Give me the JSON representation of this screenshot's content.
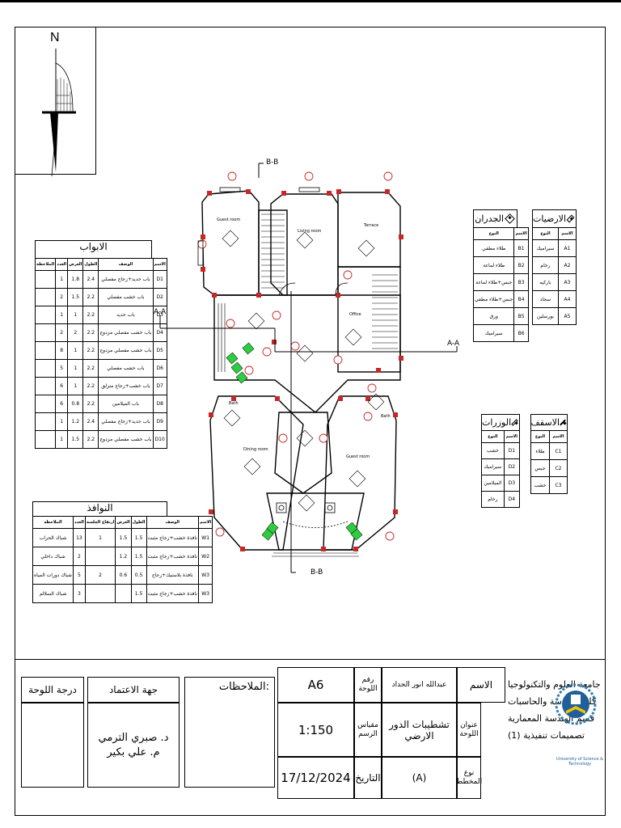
{
  "north_label": "N",
  "plan": {
    "rooms": {
      "guest_room_top": "Guest room",
      "living_room": "Living room",
      "terrace": "Terrace",
      "office": "Office",
      "bath_left": "Bath",
      "bath_right": "Bath",
      "dining_room": "Dining room",
      "guest_room_bottom": "Guest room"
    },
    "section_bb_top": "B-B",
    "section_bb_bottom": "B-B",
    "section_aa_left": "A-A",
    "section_aa_right": "A-A"
  },
  "doors": {
    "title": "الابواب",
    "headers": [
      "الاسم",
      "الوصف",
      "الطول",
      "العرض",
      "العدد",
      "الملاحظة"
    ],
    "rows": [
      [
        "D1",
        "باب حديد+زجاج مفصلي",
        "2.4",
        "1.8",
        "1",
        ""
      ],
      [
        "D2",
        "باب خشب مفصلي",
        "2.2",
        "1.5",
        "2",
        ""
      ],
      [
        "D3",
        "باب حديد",
        "2.2",
        "1",
        "1",
        ""
      ],
      [
        "D4",
        "باب خشب مفصلي مزدوج",
        "2.2",
        "2",
        "2",
        ""
      ],
      [
        "D5",
        "باب خشب مفصلي مزدوج",
        "2.2",
        "1",
        "8",
        ""
      ],
      [
        "D6",
        "باب خشب مفصلي",
        "2.2",
        "1",
        "5",
        ""
      ],
      [
        "D7",
        "باب خشب+زجاج منزلق",
        "2.2",
        "1",
        "6",
        ""
      ],
      [
        "D8",
        "باب الميلامين",
        "2.2",
        "0.8",
        "6",
        ""
      ],
      [
        "D9",
        "باب حديد+زجاج مفصلي",
        "2.4",
        "1.2",
        "1",
        ""
      ],
      [
        "D10",
        "باب خشب مفصلي مزدوج",
        "2.2",
        "1.5",
        "1",
        ""
      ]
    ]
  },
  "windows": {
    "title": "النوافذ",
    "headers": [
      "الاسم",
      "الوصف",
      "الطول",
      "العرض",
      "ارتفاع الجلسة",
      "العدد",
      "الملاحظة"
    ],
    "rows": [
      [
        "W1",
        "نافذة خشب+زجاج مثبت",
        "1.5",
        "1.5",
        "1",
        "13",
        "شباك الحراب"
      ],
      [
        "W2",
        "نافذة خشب+زجاج مثبت",
        "1.5",
        "1.2",
        "",
        "2",
        "شباك داخلي"
      ],
      [
        "W3",
        "نافذة بلاستيك+زجاج",
        "0.5",
        "0.6",
        "2",
        "5",
        "شباك دورات المياه"
      ],
      [
        "W3",
        "نافذة خشب+زجاج مثبت",
        "1.5",
        "",
        "",
        "3",
        "شباك السلالم"
      ]
    ]
  },
  "walls": {
    "title": "الجدران",
    "headers": [
      "الاسم",
      "النوع"
    ],
    "rows": [
      [
        "B1",
        "طلاء مطفي"
      ],
      [
        "B2",
        "طلاء لماعة"
      ],
      [
        "B3",
        "جبس+طلاء لماعة"
      ],
      [
        "B4",
        "جبس+طلاء مطفي"
      ],
      [
        "B5",
        "ورق"
      ],
      [
        "B6",
        "سيراميك"
      ]
    ]
  },
  "floors": {
    "title": "الارضيات",
    "headers": [
      "الاسم",
      "النوع"
    ],
    "rows": [
      [
        "A1",
        "سيراميك"
      ],
      [
        "A2",
        "رخام"
      ],
      [
        "A3",
        "باركيه"
      ],
      [
        "A4",
        "سجاد"
      ],
      [
        "A5",
        "بورسلين"
      ]
    ]
  },
  "baseboards": {
    "title": "الوزرات",
    "headers": [
      "الاسم",
      "النوع"
    ],
    "rows": [
      [
        "D1",
        "خشب"
      ],
      [
        "D2",
        "سيراميك"
      ],
      [
        "D3",
        "الميلامين"
      ],
      [
        "D4",
        "رخام"
      ]
    ]
  },
  "ceilings": {
    "title": "الاسقف",
    "headers": [
      "الاسم",
      "النوع"
    ],
    "rows": [
      [
        "C1",
        "طلاء"
      ],
      [
        "C2",
        "جبس"
      ],
      [
        "C3",
        "خشب"
      ]
    ]
  },
  "title_block": {
    "university": "جامعة العلوم والتكنولوجيا",
    "college": "كلية الهندسة والحاسبات",
    "department": "قسم الهندسة المعمارية",
    "course": "تصميمات تنفيذية (1)",
    "logo_text": "University of Science & Technology",
    "name_label": "الاسم",
    "name_value": "عبدالله انور الحداد",
    "sheet_no_label": "رقم اللوحة",
    "sheet_no_value": "A6",
    "drawing_title_label": "عنوان اللوحة",
    "drawing_title_value": "تشطيبات الدور الارضي",
    "scale_label": "مقياس الرسم",
    "scale_value": "1:150",
    "drawing_type_label": "نوع المخطط",
    "drawing_type_value": "(A)",
    "date_label": "التاريخ",
    "date_value": "17/12/2024",
    "notes_label": "الملاحظات:",
    "approval_label": "جهة الاعتماد",
    "approver1": "د. صبري الترمي",
    "approver2": "م. علي بكير",
    "grade_label": "درجة اللوحة"
  },
  "colors": {
    "door_tag": "#c62828",
    "stair_green": "#2ecc40",
    "line": "#000000"
  }
}
